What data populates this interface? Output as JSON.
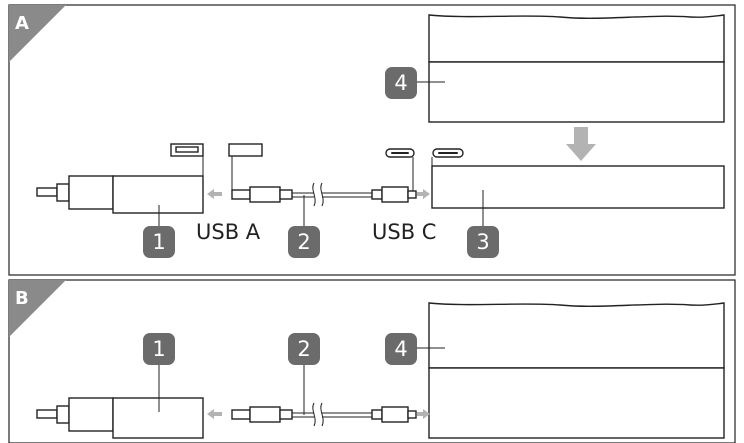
{
  "panels": {
    "a": {
      "tag": "A"
    },
    "b": {
      "tag": "B"
    }
  },
  "labels": {
    "usb_a": "USB A",
    "usb_c": "USB C"
  },
  "callouts": {
    "a1": "1",
    "a2": "2",
    "a3": "3",
    "a4": "4",
    "b1": "1",
    "b2": "2",
    "b4": "4"
  },
  "colors": {
    "panel_tag": "#8a8a8a",
    "callout": "#6b6b6b",
    "arrow": "#b3b3b3",
    "line": "#222222"
  }
}
